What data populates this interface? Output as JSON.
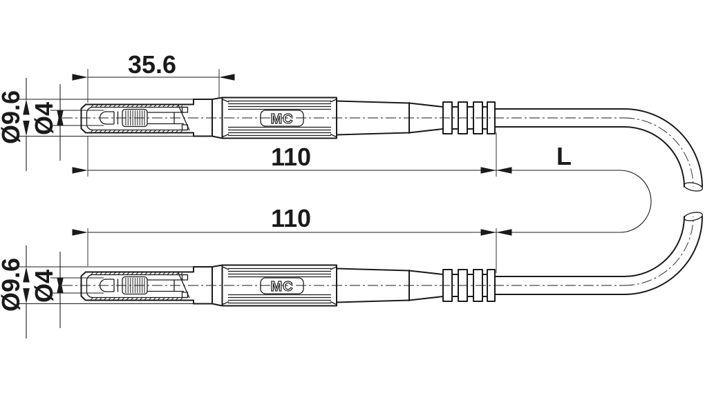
{
  "drawing": {
    "plug": {
      "outer_diameter": "Ø9.6",
      "pin_diameter": "Ø4",
      "brand": "MC"
    },
    "dimensions": {
      "plug_length": "35.6",
      "lead_length_top": "110",
      "lead_length_bottom": "110",
      "free_length": "L"
    },
    "colors": {
      "line": "#1a1a1a",
      "background": "#ffffff"
    }
  }
}
